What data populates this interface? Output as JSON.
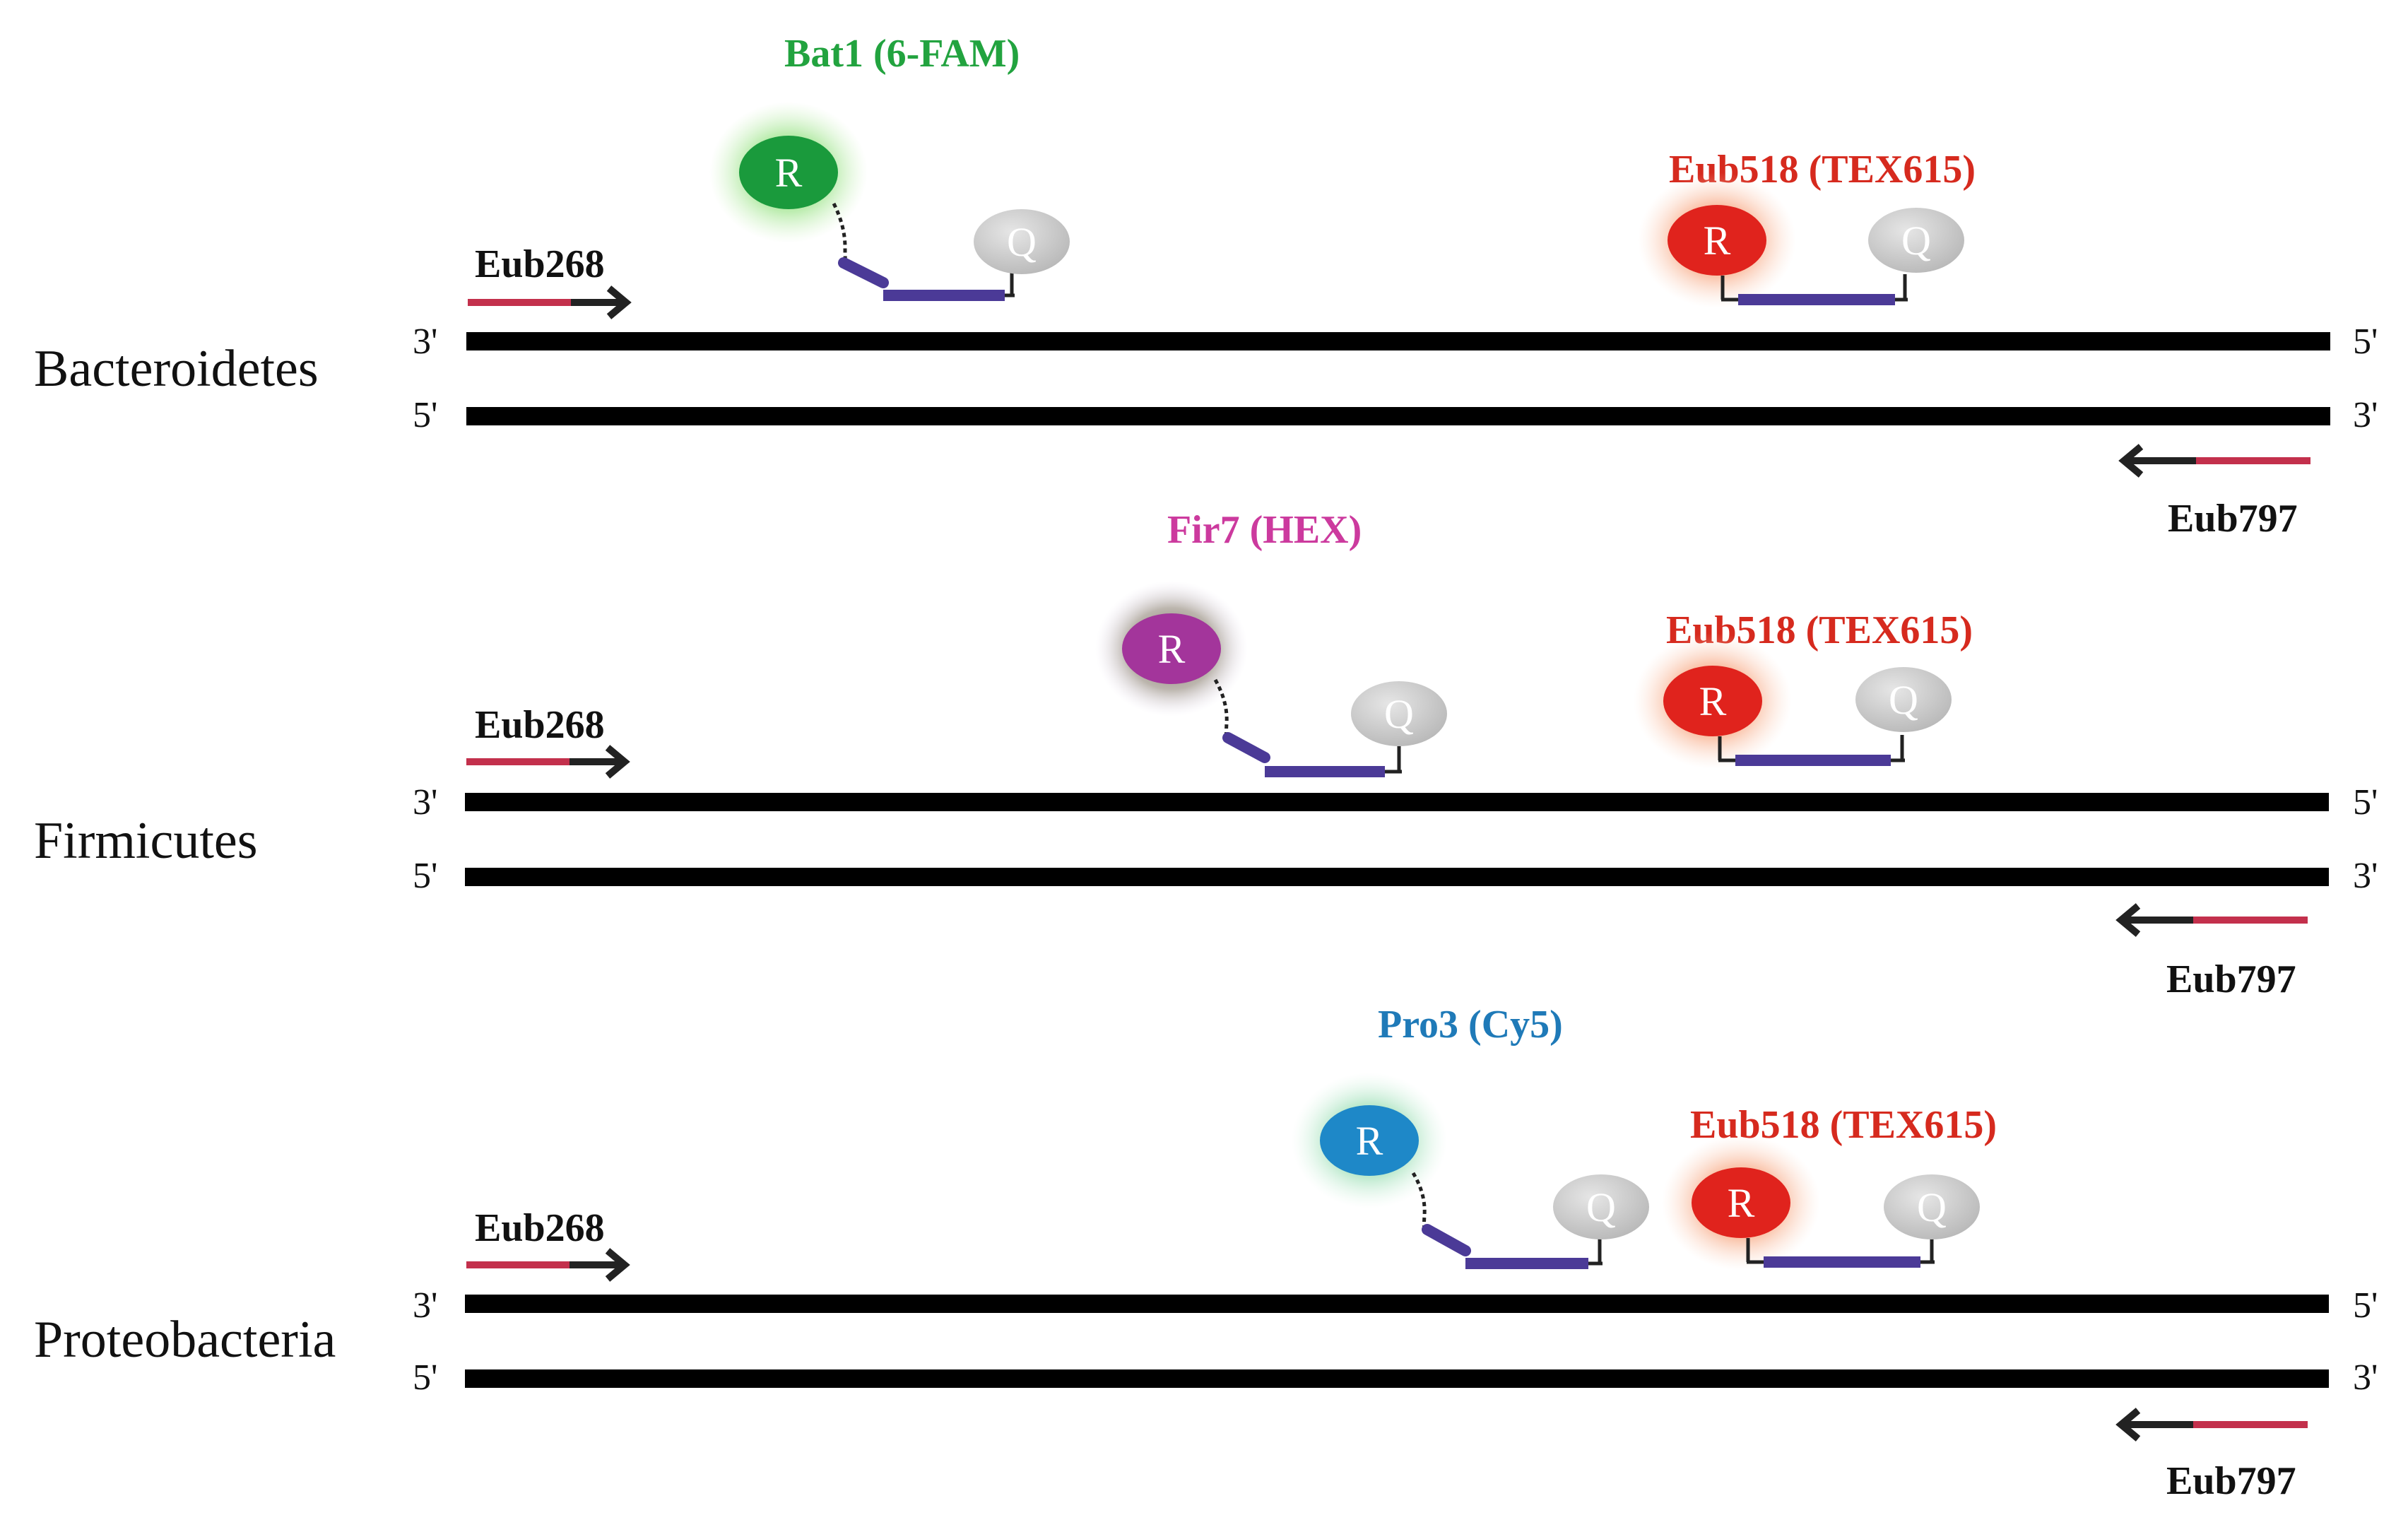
{
  "panels": [
    {
      "taxon": "Bacteroidetes",
      "forward_primer": "Eub268",
      "reverse_primer": "Eub797",
      "strand_top_left": "3'",
      "strand_top_right": "5'",
      "strand_bottom_left": "5'",
      "strand_bottom_right": "3'",
      "specific_probe": {
        "label": "Bat1 (6-FAM)",
        "reporter": "R",
        "quencher": "Q",
        "color": "#1a9a3c",
        "glow": "#7fd46a"
      },
      "universal_probe": {
        "label": "Eub518 (TEX615)",
        "reporter": "R",
        "quencher": "Q",
        "color": "#e0231d",
        "glow": "#f59a6c"
      }
    },
    {
      "taxon": "Firmicutes",
      "forward_primer": "Eub268",
      "reverse_primer": "Eub797",
      "strand_top_left": "3'",
      "strand_top_right": "5'",
      "strand_bottom_left": "5'",
      "strand_bottom_right": "3'",
      "specific_probe": {
        "label": "Fir7 (HEX)",
        "reporter": "R",
        "quencher": "Q",
        "color": "#a3359b",
        "glow": "#7d6f63"
      },
      "universal_probe": {
        "label": "Eub518 (TEX615)",
        "reporter": "R",
        "quencher": "Q",
        "color": "#e0231d",
        "glow": "#f59a6c"
      }
    },
    {
      "taxon": "Proteobacteria",
      "forward_primer": "Eub268",
      "reverse_primer": "Eub797",
      "strand_top_left": "3'",
      "strand_top_right": "5'",
      "strand_bottom_left": "5'",
      "strand_bottom_right": "3'",
      "specific_probe": {
        "label": "Pro3 (Cy5)",
        "reporter": "R",
        "quencher": "Q",
        "color": "#1e88c8",
        "glow": "#6fcf9a"
      },
      "universal_probe": {
        "label": "Eub518 (TEX615)",
        "reporter": "R",
        "quencher": "Q",
        "color": "#e0231d",
        "glow": "#f59a6c"
      }
    }
  ],
  "colors": {
    "strand": "#000000",
    "primer_tail": "#c3304c",
    "probe_body": "#4b3a97",
    "quencher_fill": "#c9c9c9",
    "specific_label_colors": [
      "#22a33f",
      "#cc3a9e",
      "#1f7ab8"
    ],
    "universal_label_color": "#d62a1e"
  }
}
